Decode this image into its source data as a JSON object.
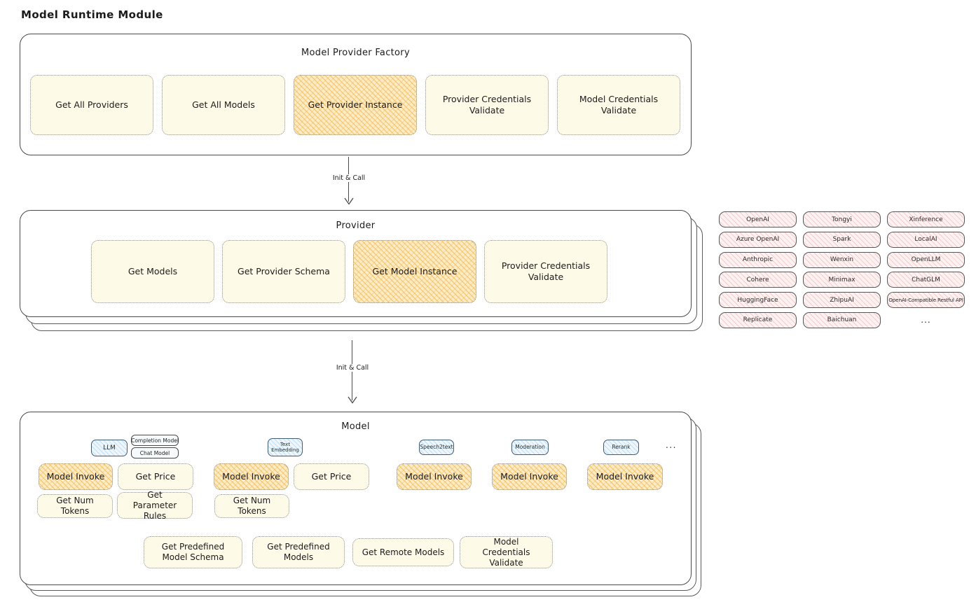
{
  "page_title": "Model Runtime Module",
  "factory": {
    "title": "Model Provider Factory",
    "boxes": [
      {
        "label": "Get All Providers"
      },
      {
        "label": "Get All Models"
      },
      {
        "label": "Get Provider Instance"
      },
      {
        "label": "Provider Credentials Validate"
      },
      {
        "label": "Model Credentials Validate"
      }
    ]
  },
  "arrows": {
    "init_call_1": "Init & Call",
    "init_call_2": "Init & Call"
  },
  "provider": {
    "title": "Provider",
    "boxes": [
      {
        "label": "Get Models"
      },
      {
        "label": "Get Provider Schema"
      },
      {
        "label": "Get Model Instance"
      },
      {
        "label": "Provider Credentials Validate"
      }
    ]
  },
  "provider_list": {
    "items": [
      "OpenAI",
      "Tongyi",
      "Xinference",
      "Azure OpenAI",
      "Spark",
      "LocalAI",
      "Anthropic",
      "Wenxin",
      "OpenLLM",
      "Cohere",
      "Minimax",
      "ChatGLM",
      "HuggingFace",
      "ZhipuAI",
      "OpenAI-Compatible Restful API",
      "Replicate",
      "Baichuan"
    ],
    "more": "..."
  },
  "model": {
    "title": "Model",
    "tags": {
      "llm": "LLM",
      "completion": "Completion Model",
      "chat": "Chat Model",
      "text_embedding": "Text Embedding",
      "speech2text": "Speech2text",
      "moderation": "Moderation",
      "rerank": "Rerank",
      "more": "..."
    },
    "ops": {
      "model_invoke": "Model Invoke",
      "get_price": "Get Price",
      "get_num_tokens": "Get Num Tokens",
      "get_parameter_rules": "Get Parameter Rules"
    },
    "bottom": [
      {
        "label": "Get Predefined Model Schema"
      },
      {
        "label": "Get Predefined Models"
      },
      {
        "label": "Get Remote Models"
      },
      {
        "label": "Model Credentials Validate"
      }
    ]
  },
  "colors": {
    "yellow_fill": "#fefae8",
    "orange_fill": "#fbecc6",
    "pink_fill": "#fdf1f1",
    "blue_fill": "#eef6fc",
    "border": "#4a4a4a",
    "text": "#1c1c1c"
  }
}
